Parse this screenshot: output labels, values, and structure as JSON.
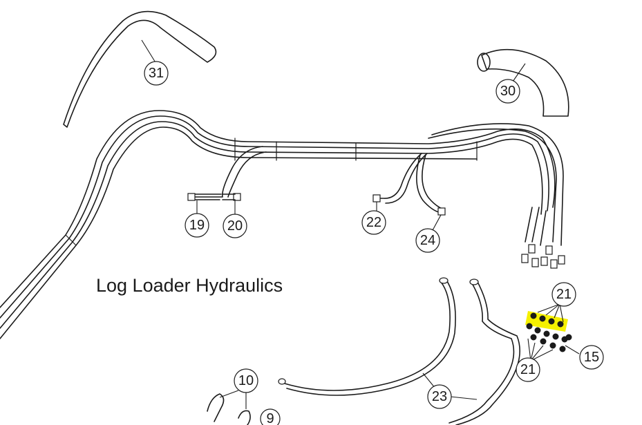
{
  "title": "Log Loader Hydraulics",
  "highlight_color": "#f5f000",
  "line_color": "#1a1a1a",
  "callouts": {
    "c31": "31",
    "c30": "30",
    "c19": "19",
    "c20": "20",
    "c22": "22",
    "c24": "24",
    "c21a": "21",
    "c21b": "21",
    "c15": "15",
    "c10": "10",
    "c9": "9",
    "c23": "23"
  }
}
